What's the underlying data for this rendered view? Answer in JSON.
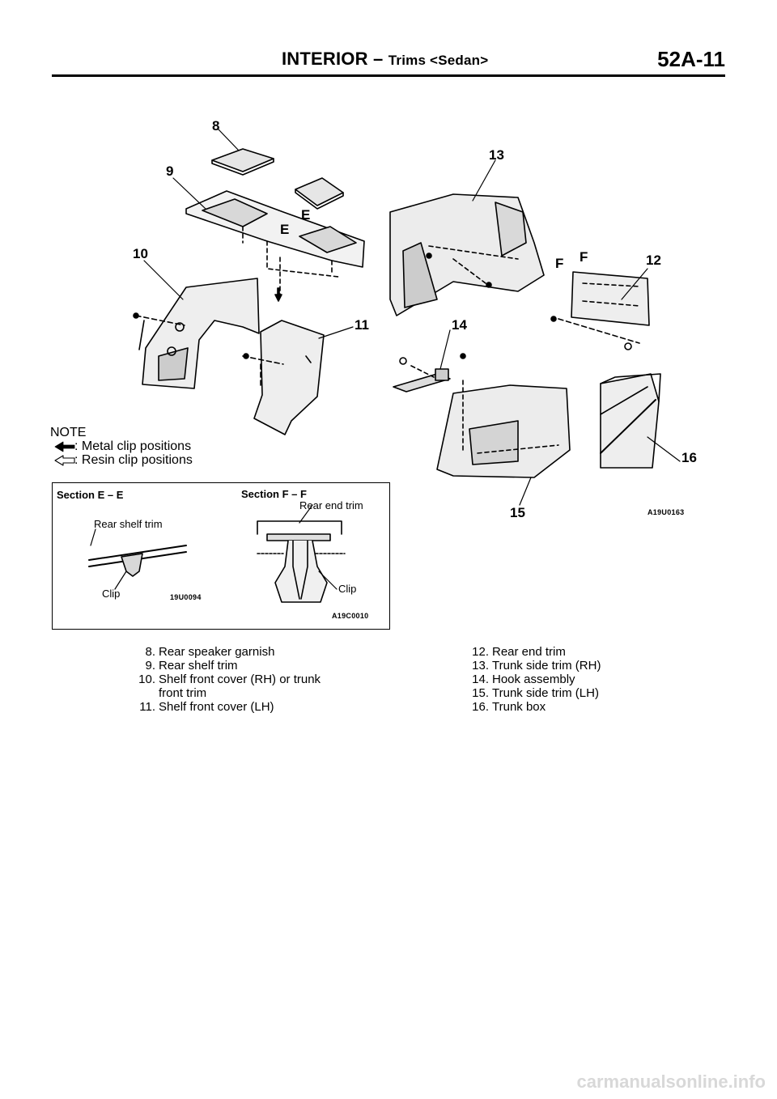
{
  "header": {
    "title_main": "INTERIOR",
    "title_dash": "–",
    "title_sub": "Trims <Sedan>",
    "page_number": "52A-11"
  },
  "callouts": {
    "c8": "8",
    "c9": "9",
    "c10": "10",
    "c11": "11",
    "c12": "12",
    "c13": "13",
    "c14": "14",
    "c15": "15",
    "c16": "16",
    "e1": "E",
    "e2": "E",
    "f1": "F",
    "f2": "F"
  },
  "note": {
    "title": "NOTE",
    "metal": ": Metal clip positions",
    "resin": ": Resin clip positions"
  },
  "figure_code_main": "A19U0163",
  "sections": {
    "e_title": "Section E – E",
    "e_part": "Rear shelf trim",
    "e_clip": "Clip",
    "e_code": "19U0094",
    "f_title": "Section F – F",
    "f_part": "Rear end trim",
    "f_clip": "Clip",
    "f_code": "A19C0010"
  },
  "legend_left": [
    {
      "num": "8.",
      "text": "Rear speaker garnish"
    },
    {
      "num": "9.",
      "text": "Rear shelf trim"
    },
    {
      "num": "10.",
      "text": "Shelf front cover (RH) or trunk",
      "cont": "front trim"
    },
    {
      "num": "11.",
      "text": "Shelf front cover (LH)"
    }
  ],
  "legend_right": [
    {
      "num": "12.",
      "text": "Rear end trim"
    },
    {
      "num": "13.",
      "text": "Trunk side trim (RH)"
    },
    {
      "num": "14.",
      "text": "Hook assembly"
    },
    {
      "num": "15.",
      "text": "Trunk side trim (LH)"
    },
    {
      "num": "16.",
      "text": "Trunk box"
    }
  ],
  "watermark": "carmanualsonline.info"
}
